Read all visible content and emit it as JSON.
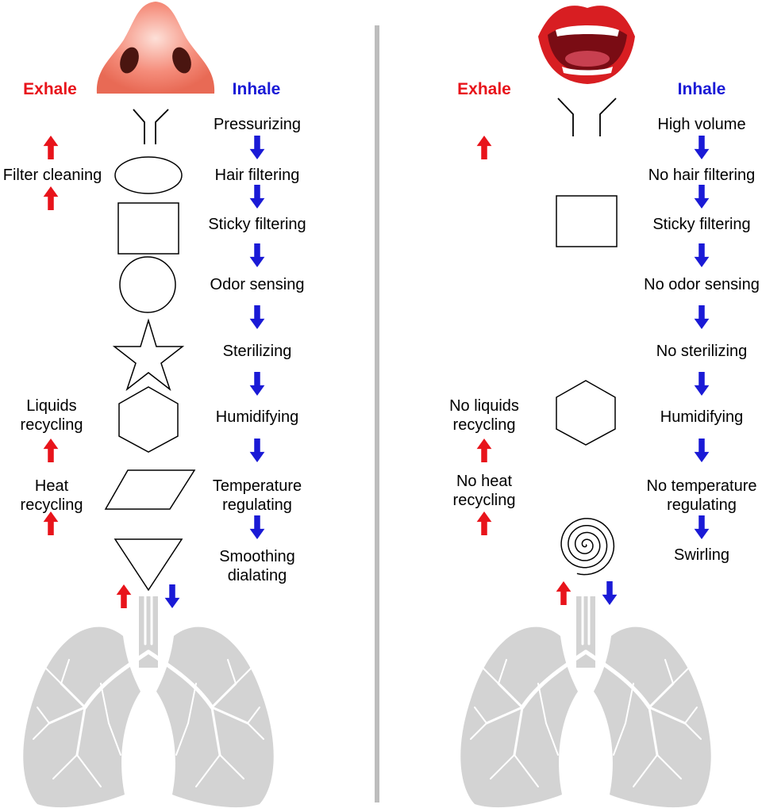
{
  "colors": {
    "exhale": "#e8141b",
    "inhale": "#1a1ad6",
    "lung": "#d3d3d3",
    "divider": "#bdbdbd",
    "nose": "#f38a78",
    "lips": "#d81e22"
  },
  "nose_panel": {
    "exhale_header": "Exhale",
    "inhale_header": "Inhale",
    "inhale_steps": [
      "Pressurizing",
      "Hair filtering",
      "Sticky filtering",
      "Odor sensing",
      "Sterilizing",
      "Humidifying",
      "Temperature\nregulating",
      "Smoothing\ndialating"
    ],
    "exhale_steps": [
      "Filter cleaning",
      "Liquids\nrecycling",
      "Heat\nrecycling"
    ]
  },
  "mouth_panel": {
    "exhale_header": "Exhale",
    "inhale_header": "Inhale",
    "inhale_steps": [
      "High volume",
      "No hair filtering",
      "Sticky filtering",
      "No odor sensing",
      "No sterilizing",
      "Humidifying",
      "No temperature\nregulating",
      "Swirling"
    ],
    "exhale_steps": [
      "No liquids\nrecycling",
      "No heat\nrecycling"
    ]
  }
}
